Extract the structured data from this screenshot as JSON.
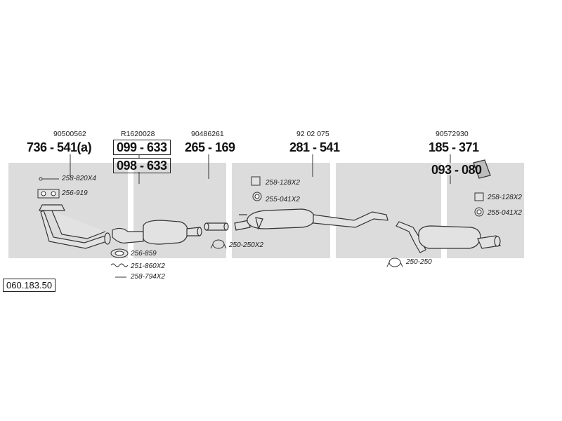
{
  "diagram_number": "060.183.50",
  "oem_numbers": {
    "front_pipe": "90500562",
    "catalyst": "R1620028",
    "middle_pipe": "90486261",
    "middle_silencer": "92 02 075",
    "rear_silencer": "90572930"
  },
  "part_numbers": {
    "front_pipe": "736 - 541(a)",
    "catalyst_1": "099 - 633",
    "catalyst_2": "098 - 633",
    "middle_pipe": "265 - 169",
    "middle_silencer": "281 - 541",
    "rear_silencer": "185 - 371",
    "heat_shield": "093 - 080"
  },
  "accessories": {
    "bolt_front": "258-820X4",
    "gasket_front": "256-919",
    "gasket_cat": "256-859",
    "spring": "251-860X2",
    "bolt_cat": "258-794X2",
    "clamp_mid": "250-250X2",
    "mount_mid": "258-128X2",
    "rubber_mid": "255-041X2",
    "mount_rear": "258-128X2",
    "rubber_rear": "255-041X2",
    "clamp_rear": "250-250"
  },
  "colors": {
    "line": "#333333",
    "part_fill": "#e2e2e2",
    "band": "#dcdcdc"
  }
}
